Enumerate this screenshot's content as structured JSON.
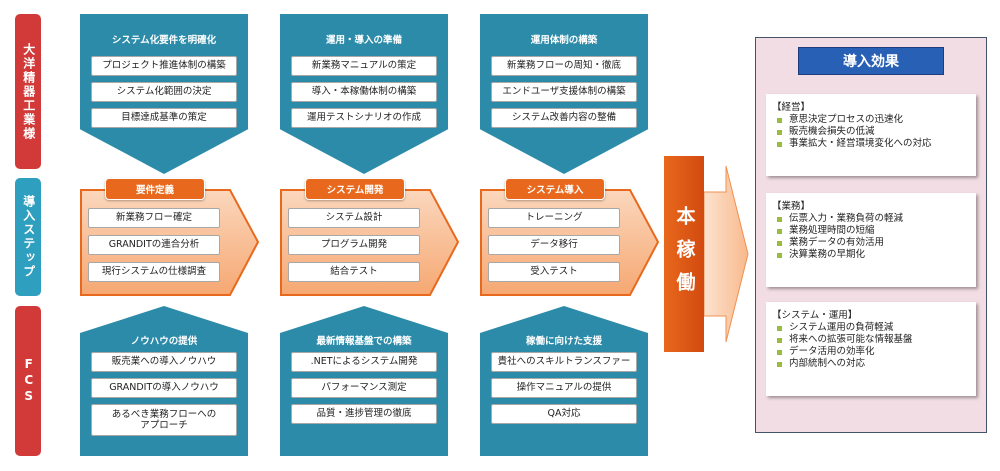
{
  "row_labels": {
    "company": "大洋精器工業様",
    "steps": "導入ステップ",
    "fcs": "FCS"
  },
  "top_blocks": [
    {
      "title": "システム化要件を明確化",
      "items": [
        "プロジェクト推進体制の構築",
        "システム化範囲の決定",
        "目標達成基準の策定"
      ]
    },
    {
      "title": "運用・導入の準備",
      "items": [
        "新業務マニュアルの策定",
        "導入・本稼働体制の構築",
        "運用テストシナリオの作成"
      ]
    },
    {
      "title": "運用体制の構築",
      "items": [
        "新業務フローの周知・徹底",
        "エンドユーザ支援体制の構築",
        "システム改善内容の整備"
      ]
    }
  ],
  "steps": [
    {
      "title": "要件定義",
      "items": [
        "新業務フロー確定",
        "GRANDITの連合分析",
        "現行システムの仕様調査"
      ]
    },
    {
      "title": "システム開発",
      "items": [
        "システム設計",
        "プログラム開発",
        "結合テスト"
      ]
    },
    {
      "title": "システム導入",
      "items": [
        "トレーニング",
        "データ移行",
        "受入テスト"
      ]
    }
  ],
  "bottom_blocks": [
    {
      "title": "ノウハウの提供",
      "items": [
        "販売業への導入ノウハウ",
        "GRANDITの導入ノウハウ",
        "あるべき業務フローへの\nアプローチ"
      ]
    },
    {
      "title": "最新情報基盤での構築",
      "items": [
        ".NETによるシステム開発",
        "パフォーマンス測定",
        "品質・進捗管理の徹底"
      ]
    },
    {
      "title": "稼働に向けた支援",
      "items": [
        "貴社へのスキルトランスファー",
        "操作マニュアルの提供",
        "QA対応"
      ]
    }
  ],
  "go_live": "本稼働",
  "effects": {
    "title": "導入効果",
    "groups": [
      {
        "head": "【経営】",
        "items": [
          "意思決定プロセスの迅速化",
          "販売機会損失の低減",
          "事業拡大・経営環境変化への対応"
        ]
      },
      {
        "head": "【業務】",
        "items": [
          "伝票入力・業務負荷の軽減",
          "業務処理時間の短縮",
          "業務データの有効活用",
          "決算業務の早期化"
        ]
      },
      {
        "head": "【システム・運用】",
        "items": [
          "システム運用の負荷軽減",
          "将来への拡張可能な情報基盤",
          "データ活用の効率化",
          "内部統制への対応"
        ]
      }
    ]
  },
  "colors": {
    "teal": "#2c8ba9",
    "orange": "#e8691d",
    "red": "#d23a3a",
    "effect_bg": "#f2dde5",
    "effect_title": "#2860b6"
  }
}
